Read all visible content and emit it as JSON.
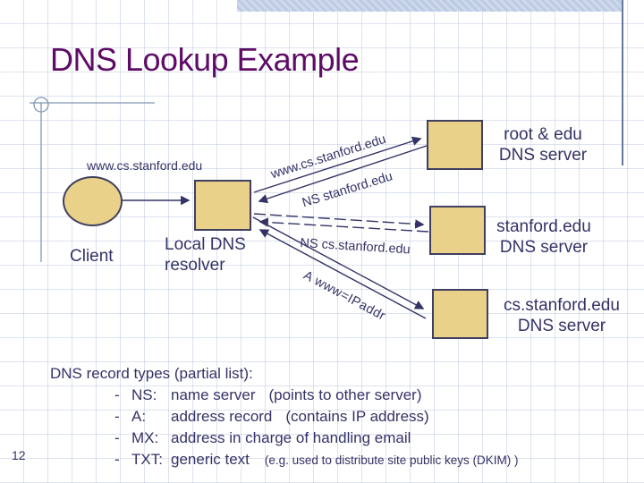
{
  "slide": {
    "title": "DNS Lookup Example",
    "page_number": "12"
  },
  "diagram": {
    "client_label": "Client",
    "client_query": "www.cs.stanford.edu",
    "resolver_label": "Local DNS\nresolver",
    "servers": [
      {
        "label": "root & edu\nDNS server"
      },
      {
        "label": "stanford.edu\nDNS server"
      },
      {
        "label": "cs.stanford.edu\nDNS server"
      }
    ],
    "messages": {
      "to_root": "www.cs.stanford.edu",
      "from_root": "NS stanford.edu",
      "from_stanford": "NS cs.stanford.edu",
      "from_cs": "A www=IPaddr"
    }
  },
  "notes": {
    "heading": "DNS record types (partial list):",
    "rows": [
      {
        "dash": "-",
        "type": "NS:",
        "desc": "name server",
        "note": "(points to other server)"
      },
      {
        "dash": "-",
        "type": "A:",
        "desc": "address record",
        "note": "(contains IP address)"
      },
      {
        "dash": "-",
        "type": "MX:",
        "desc": "address in charge of handling email",
        "note": ""
      },
      {
        "dash": "-",
        "type": "TXT:",
        "desc": "generic text",
        "note": "(e.g. used to distribute site public keys (DKIM)  )"
      }
    ]
  },
  "colors": {
    "title": "#5E0C66",
    "text": "#333366",
    "box_fill": "#E9D189",
    "box_border": "#3F3F60",
    "arrow": "#333366",
    "ornament": "#8096B4",
    "band": "#C6D3E7"
  }
}
